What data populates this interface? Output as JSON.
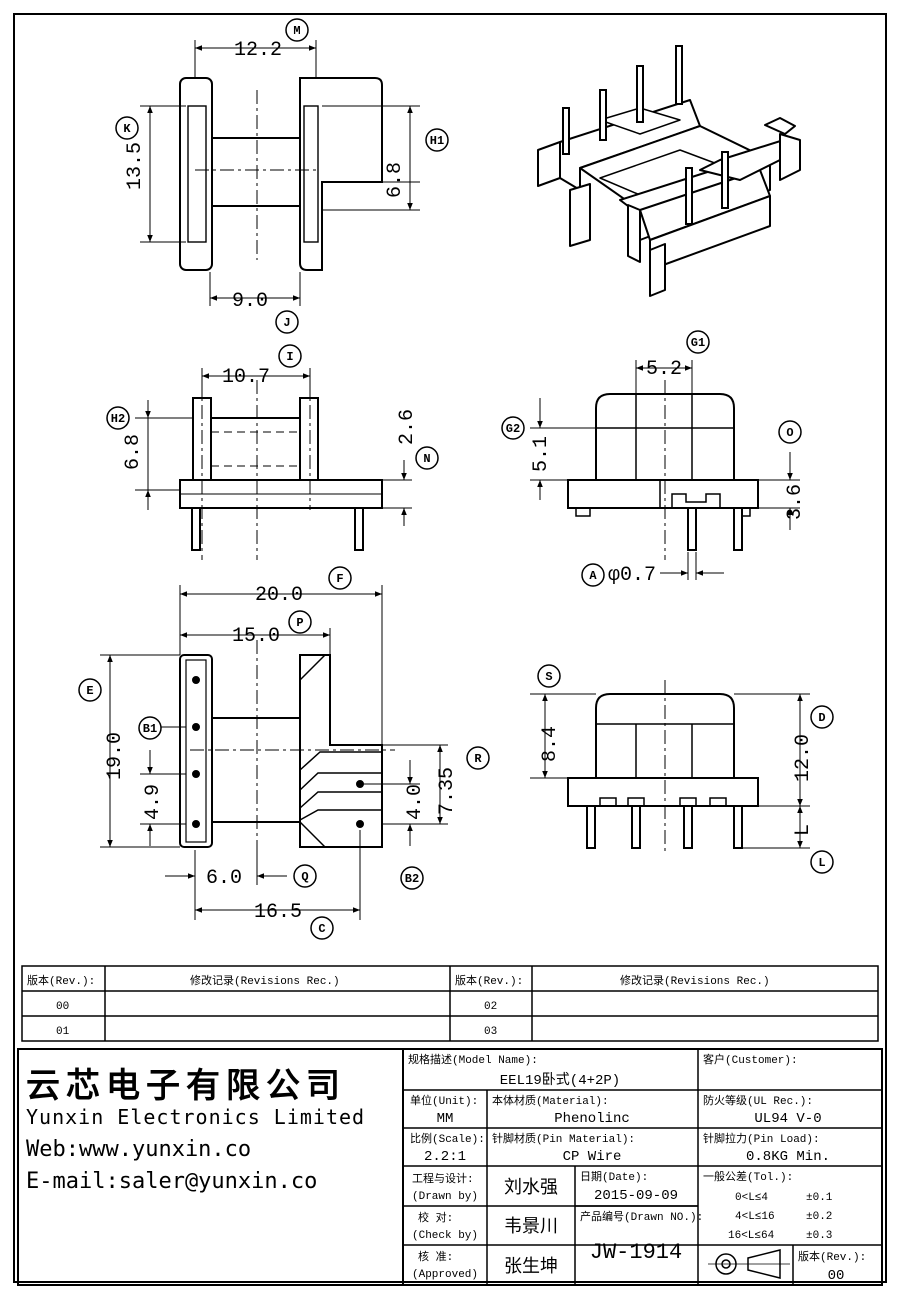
{
  "views": {
    "top": {
      "dim_width": "12.2",
      "label_width": "M",
      "dim_height": "13.5",
      "label_height": "K",
      "dim_step": "6.8",
      "label_step": "H1",
      "dim_gap": "9.0",
      "label_gap": "J"
    },
    "side": {
      "dim_width": "10.7",
      "label_width": "I",
      "dim_height": "6.8",
      "label_height": "H2",
      "dim_flange": "2.6",
      "label_flange": "N"
    },
    "front": {
      "dim_width": "5.2",
      "label_width": "G1",
      "dim_height": "5.1",
      "label_height": "G2",
      "dim_base": "3.6",
      "label_base": "O",
      "pin_dia": "φ0.7",
      "label_pin": "A"
    },
    "bottom": {
      "dim_total": "20.0",
      "label_total": "F",
      "dim_body": "15.0",
      "label_body": "P",
      "dim_height": "19.0",
      "label_height": "E",
      "dim_pitch": "4.9",
      "label_pitch": "B1",
      "dim_off": "6.0",
      "label_off": "Q",
      "dim_pinrow": "16.5",
      "label_pinrow": "C",
      "dim_r": "7.35",
      "label_r": "R",
      "dim_b2": "4.0",
      "label_b2": "B2"
    },
    "end": {
      "dim_s": "8.4",
      "label_s": "S",
      "dim_d": "12.0",
      "label_d": "D",
      "dim_l": "L",
      "label_l": "L"
    }
  },
  "revisions": {
    "col_rev": "版本(Rev.):",
    "col_rec": "修改记录(Revisions Rec.)",
    "rows": [
      {
        "a": "00",
        "b": "02"
      },
      {
        "a": "01",
        "b": "03"
      }
    ]
  },
  "company": {
    "name_cn": "云芯电子有限公司",
    "name_en": "Yunxin Electronics Limited",
    "web": "Web:www.yunxin.co",
    "email": "E-mail:saler@yunxin.co"
  },
  "titleblock": {
    "model_label": "规格描述(Model Name):",
    "model_value": "EEL19卧式(4+2P)",
    "customer_label": "客户(Customer):",
    "unit_label": "单位(Unit):",
    "unit_value": "MM",
    "material_label": "本体材质(Material):",
    "material_value": "Phenolinc",
    "ul_label": "防火等级(UL Rec.):",
    "ul_value": "UL94 V-0",
    "scale_label": "比例(Scale):",
    "scale_value": "2.2:1",
    "pinmat_label": "针脚材质(Pin Material):",
    "pinmat_value": "CP Wire",
    "pinload_label": "针脚拉力(Pin Load):",
    "pinload_value": "0.8KG Min.",
    "drawn_label": "工程与设计:",
    "drawn_label2": "(Drawn by)",
    "drawn_value": "刘水强",
    "date_label": "日期(Date):",
    "date_value": "2015-09-09",
    "tol_label": "一般公差(Tol.):",
    "tol_rows": [
      {
        "range": "0<L≤4",
        "tol": "±0.1"
      },
      {
        "range": "4<L≤16",
        "tol": "±0.2"
      },
      {
        "range": "16<L≤64",
        "tol": "±0.3"
      }
    ],
    "check_label": "校  对:",
    "check_label2": "(Check by)",
    "check_value": "韦景川",
    "drawno_label": "产品编号(Drawn NO.):",
    "drawno_value": "JW-1914",
    "approved_label": "核  准:",
    "approved_label2": "(Approved)",
    "approved_value": "张生坤",
    "rev_label": "版本(Rev.):",
    "rev_value": "00"
  }
}
